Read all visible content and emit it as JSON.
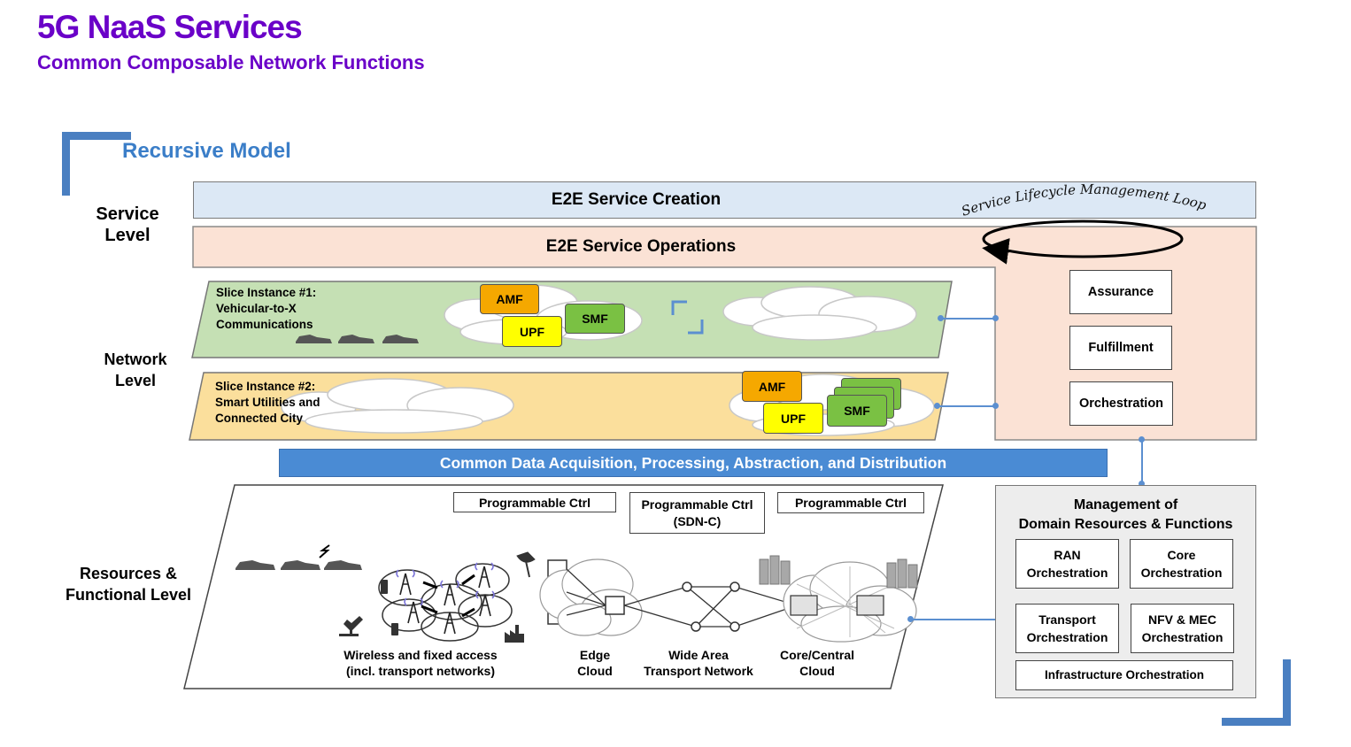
{
  "header": {
    "title": "5G NaaS Services",
    "subtitle": "Common Composable Network Functions"
  },
  "model_label": "Recursive Model",
  "levels": {
    "service": "Service Level",
    "network": "Network Level",
    "resources": "Resources & Functional Level"
  },
  "service_layer": {
    "creation": "E2E Service Creation",
    "operations": "E2E Service Operations",
    "loop": "Service Lifecycle Management Loop"
  },
  "operations_blocks": [
    "Assurance",
    "Fulfillment",
    "Orchestration"
  ],
  "slice1": {
    "label_l1": "Slice Instance #1:",
    "label_l2": "Vehicular-to-X",
    "label_l3": "Communications",
    "amf": "AMF",
    "upf": "UPF",
    "smf": "SMF"
  },
  "slice2": {
    "label_l1": "Slice Instance #2:",
    "label_l2": "Smart Utilities and",
    "label_l3": "Connected City",
    "amf": "AMF",
    "upf": "UPF",
    "smf": "SMF"
  },
  "data_bar": "Common Data Acquisition, Processing, Abstraction, and Distribution",
  "resources": {
    "ctrl1": "Programmable Ctrl",
    "ctrl2_l1": "Programmable Ctrl",
    "ctrl2_l2": "(SDN-C)",
    "ctrl3": "Programmable Ctrl",
    "access_l1": "Wireless and fixed access",
    "access_l2": "(incl. transport networks)",
    "edge_l1": "Edge",
    "edge_l2": "Cloud",
    "wan_l1": "Wide Area",
    "wan_l2": "Transport Network",
    "core_l1": "Core/Central",
    "core_l2": "Cloud"
  },
  "management": {
    "title_l1": "Management of",
    "title_l2": "Domain Resources & Functions",
    "ran_l1": "RAN",
    "ran_l2": "Orchestration",
    "core_l1": "Core",
    "core_l2": "Orchestration",
    "transport_l1": "Transport",
    "transport_l2": "Orchestration",
    "nfv_l1": "NFV & MEC",
    "nfv_l2": "Orchestration",
    "infra": "Infrastructure Orchestration"
  },
  "colors": {
    "brand_purple": "#6a00c8",
    "accent_blue": "#4a7fc1",
    "creation_bg": "#dce8f5",
    "operations_bg": "#fbe2d5",
    "slice1_bg": "#c5e0b4",
    "slice2_bg": "#fbdf9c",
    "amf": "#f5a800",
    "upf": "#ffff00",
    "smf": "#7ac143",
    "mgmt_bg": "#ededed"
  }
}
